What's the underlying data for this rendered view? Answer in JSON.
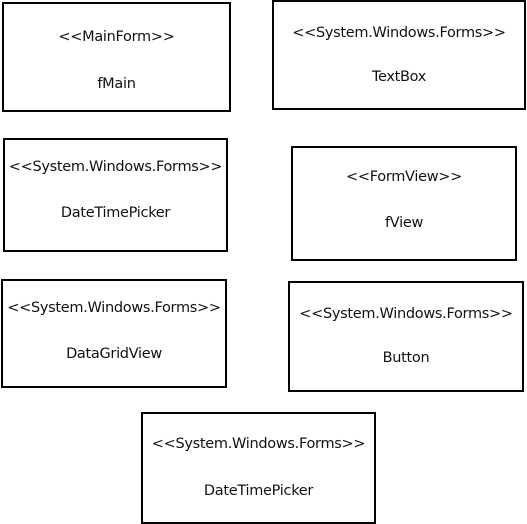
{
  "classes": [
    {
      "stereotype": "<<MainForm>>",
      "name": "fMain"
    },
    {
      "stereotype": "<<System.Windows.Forms>>",
      "name": "TextBox"
    },
    {
      "stereotype": "<<System.Windows.Forms>>",
      "name": "DateTimePicker"
    },
    {
      "stereotype": "<<FormView>>",
      "name": "fView"
    },
    {
      "stereotype": "<<System.Windows.Forms>>",
      "name": "DataGridView"
    },
    {
      "stereotype": "<<System.Windows.Forms>>",
      "name": "Button"
    },
    {
      "stereotype": "<<System.Windows.Forms>>",
      "name": "DateTimePicker"
    }
  ]
}
